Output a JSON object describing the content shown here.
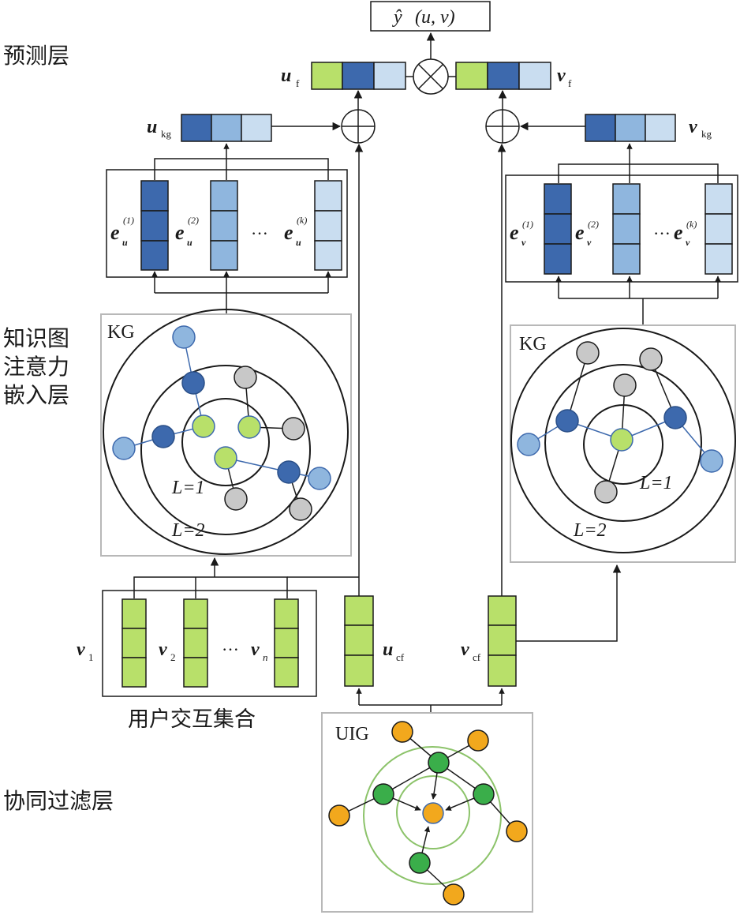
{
  "layers": {
    "prediction": "预测层",
    "kg_attention_line1": "知识图",
    "kg_attention_line2": "注意力",
    "kg_attention_line3": "嵌入层",
    "collaborative_filtering": "协同过滤层"
  },
  "output": {
    "yhat": "ŷ",
    "args": "(u, v)"
  },
  "labels": {
    "u_f": {
      "main": "u",
      "sub": "f"
    },
    "v_f": {
      "main": "v",
      "sub": "f"
    },
    "u_kg": {
      "main": "u",
      "sub": "kg"
    },
    "v_kg": {
      "main": "v",
      "sub": "kg"
    },
    "u_cf": {
      "main": "u",
      "sub": "cf"
    },
    "v_cf": {
      "main": "v",
      "sub": "cf"
    },
    "v1": {
      "main": "v",
      "sub": "1"
    },
    "v2": {
      "main": "v",
      "sub": "2"
    },
    "vn": {
      "main": "v",
      "sub": "n"
    },
    "eu1": {
      "main": "e",
      "sub": "u",
      "sup": "(1)"
    },
    "eu2": {
      "main": "e",
      "sub": "u",
      "sup": "(2)"
    },
    "euk": {
      "main": "e",
      "sub": "u",
      "sup": "(k)"
    },
    "ev1": {
      "main": "e",
      "sub": "v",
      "sup": "(1)"
    },
    "ev2": {
      "main": "e",
      "sub": "v",
      "sup": "(2)"
    },
    "evk": {
      "main": "e",
      "sub": "v",
      "sup": "(k)"
    },
    "ellipsis": "···"
  },
  "kg": {
    "title": "KG",
    "l1": "L=1",
    "l2": "L=2"
  },
  "uig": {
    "title": "UIG"
  },
  "interaction_set": "用户交互集合",
  "colors": {
    "green": "#b8e06a",
    "dark_blue": "#3d69ad",
    "mid_blue": "#8fb6de",
    "light_blue": "#c9ddf0",
    "gray_node": "#c8c8c8",
    "uig_green": "#3aae4a",
    "uig_orange": "#f2a81d",
    "ring_green": "#8cc36a"
  }
}
